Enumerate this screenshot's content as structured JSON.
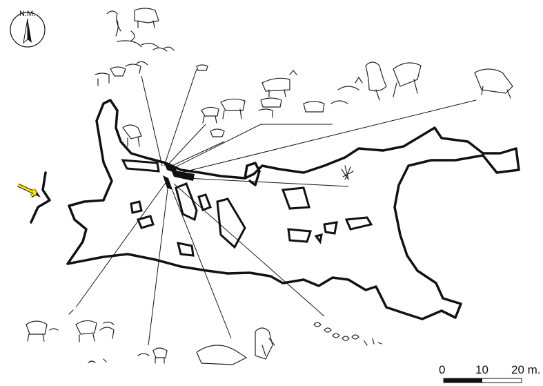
{
  "north_arrow": {
    "label": "N.M."
  },
  "scale_bar": {
    "ticks": [
      "0",
      "10",
      "20 m."
    ]
  },
  "entrance_arrow": {
    "color": "#f5e400"
  }
}
